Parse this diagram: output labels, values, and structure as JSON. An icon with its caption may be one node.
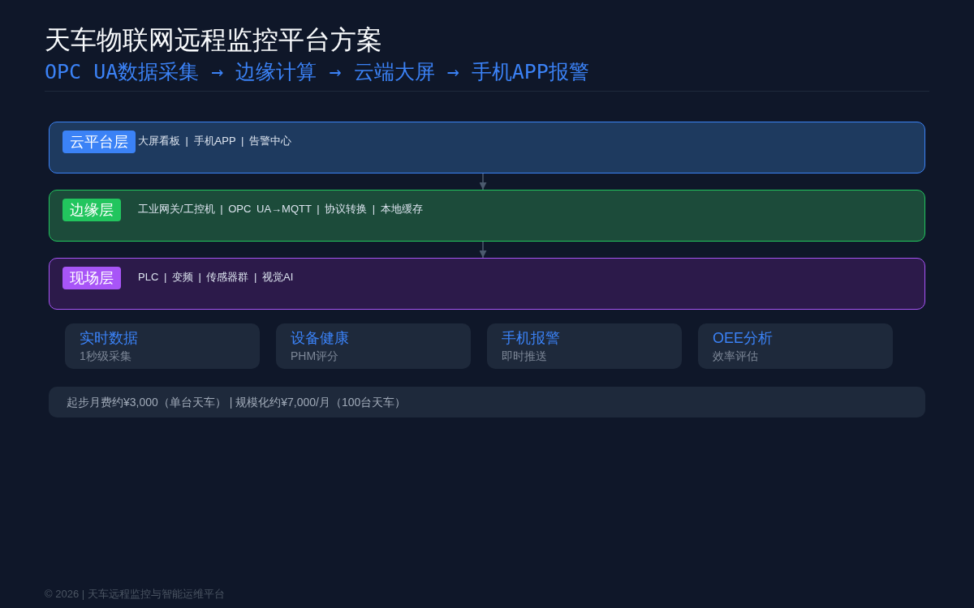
{
  "diagram": {
    "title": "天车物联网远程监控平台方案",
    "nodes": [
      {
        "text": [
          "云平台层",
          "大屏看板 | 手机APP | 告警中心"
        ]
      },
      {
        "text": [
          "边缘层",
          "工业网关/工控机 | OPC UA→MQTT | 协议转换 | 本地缓存"
        ]
      },
      {
        "text": [
          "现场层",
          "PLC | 变频 | 传感器群 | 视觉AI"
        ]
      },
      {
        "text": [
          "实时数据",
          "1秒级采集"
        ]
      },
      {
        "text": [
          "设备健康",
          "PHM评分"
        ]
      },
      {
        "text": [
          "手机报警",
          "即时推送"
        ]
      },
      {
        "text": [
          "OEE分析",
          "效率评估"
        ]
      },
      {
        "text": [
          "起步月费约¥3,000（单台天车） | 规模化约¥7,000/月（100台天车）"
        ]
      }
    ],
    "edges": [
      {
        "from": 0,
        "to": 1,
        "arrow": "to"
      },
      {
        "from": 1,
        "to": 2,
        "arrow": "to"
      }
    ],
    "labels": [
      "OPC UA数据采集 → 边缘计算 → 云端大屏 → 手机APP报警",
      "© 2026 | 天车远程监控与智能运维平台"
    ]
  }
}
